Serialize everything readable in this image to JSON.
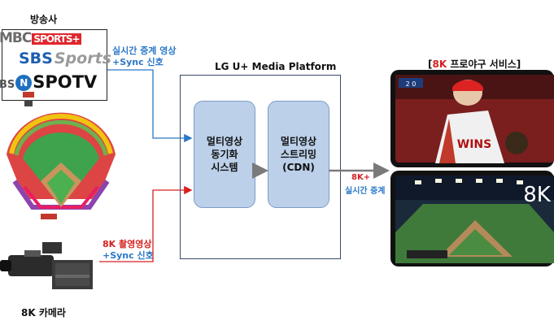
{
  "labels": {
    "broadcaster": "방송사",
    "realtime_feed": "실시간 중계 영상",
    "sync_signal_1": "+Sync 신호",
    "platform": "LG U+ Media Platform",
    "service_title_prefix": "[",
    "service_title_accent": "8K",
    "service_title_rest": " 프로야구 서비스]",
    "eightk_realtime_1": "8K+",
    "eightk_realtime_2": "실시간 중계",
    "cam_feed": "8K 촬영영상",
    "sync_signal_2": "+Sync 신호",
    "camera": "8K 카메라"
  },
  "logos": {
    "mbc": "MBC",
    "mbc_sports": "SPORTS+",
    "sbs": "SBS",
    "sbs_sports": "Sports",
    "spotv_prefix": "BS",
    "spotv_n": "N",
    "spotv": "SPOTV"
  },
  "modules": {
    "sync": [
      "멀티영상",
      "동기화",
      "시스템"
    ],
    "stream": [
      "멀티영상",
      "스트리밍",
      "(CDN)"
    ]
  },
  "phone": {
    "screen_badge": "8K",
    "jersey": "WINS",
    "score": "2 0"
  },
  "colors": {
    "blue_text": "#2a78c8",
    "red_text": "#d62020",
    "module_fill": "#bcd0e9",
    "arrow_gray": "#7a7a7a"
  }
}
